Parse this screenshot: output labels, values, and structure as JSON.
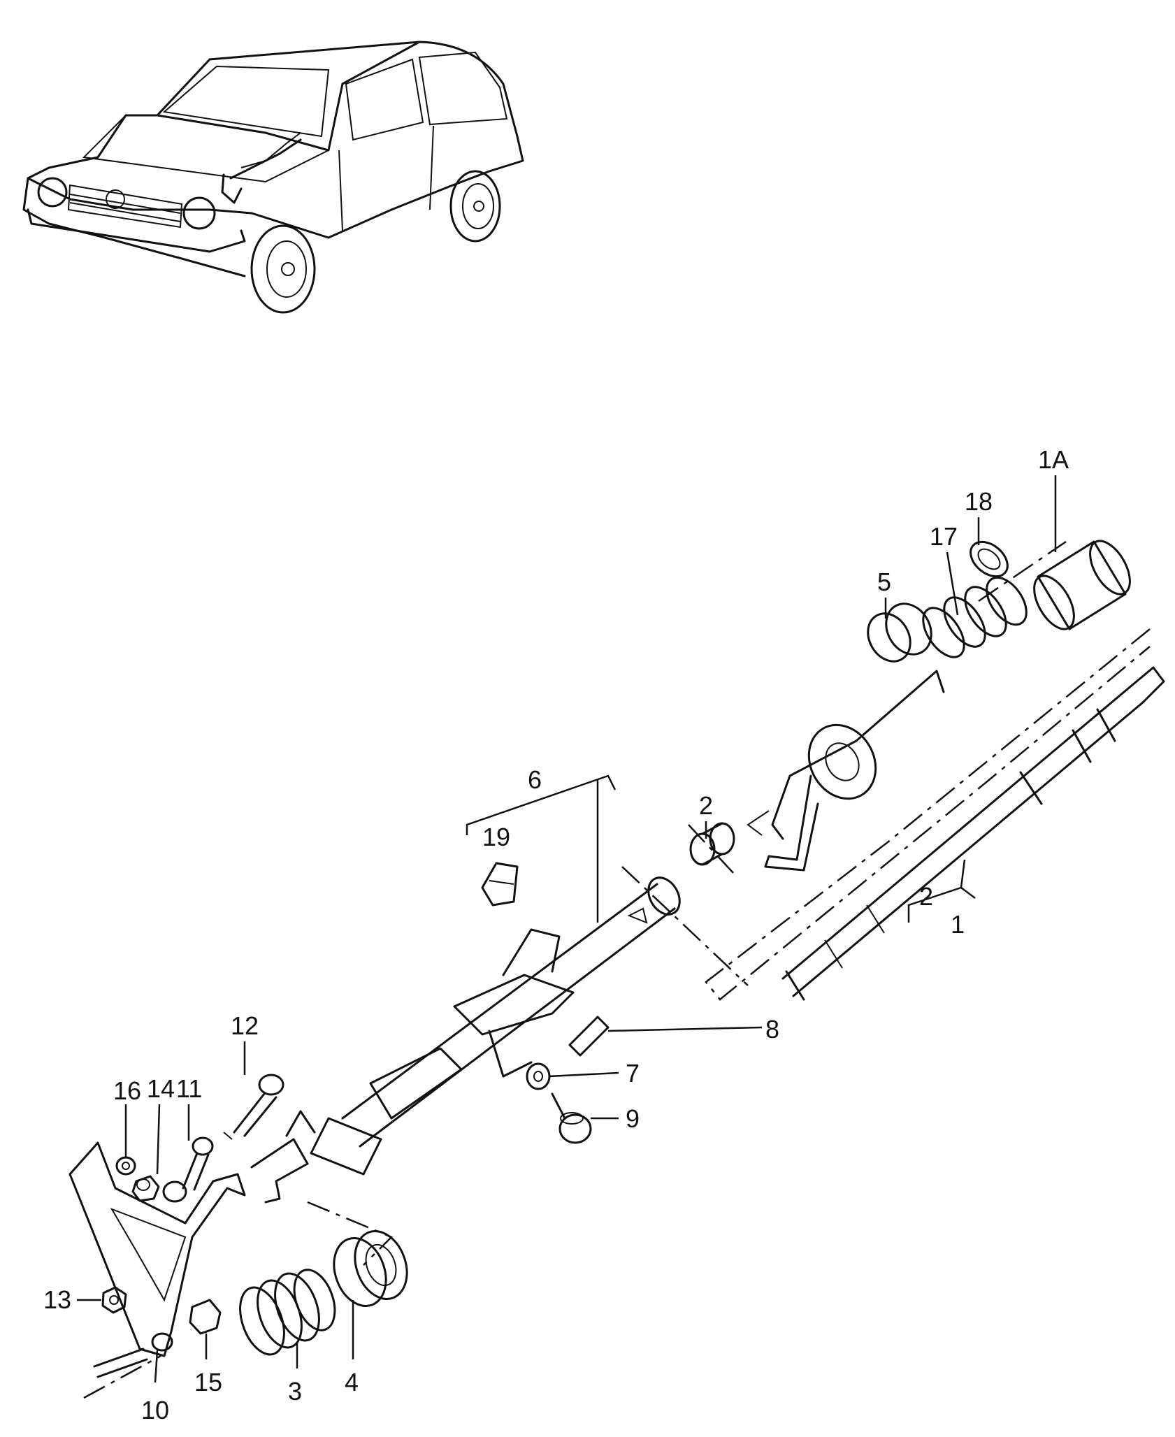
{
  "diagram": {
    "callouts": [
      "1A",
      "18",
      "17",
      "5",
      "6",
      "19",
      "2",
      "2",
      "1",
      "8",
      "7",
      "9",
      "12",
      "11",
      "14",
      "16",
      "13",
      "10",
      "15",
      "3",
      "4"
    ]
  }
}
